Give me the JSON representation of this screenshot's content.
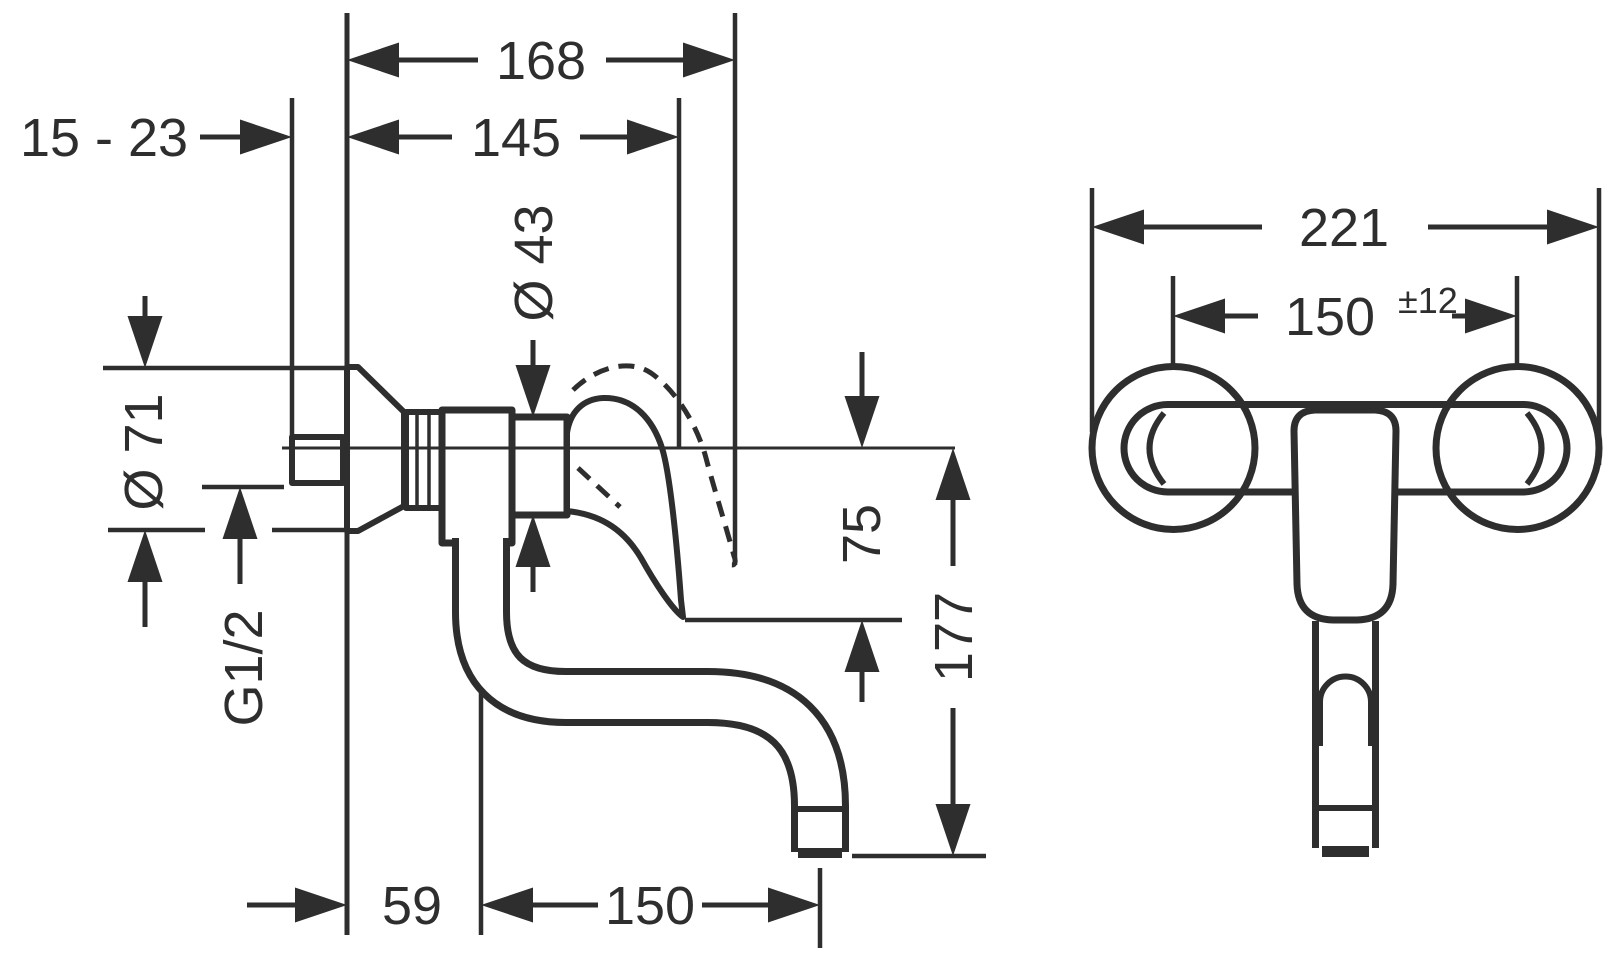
{
  "drawing": {
    "type": "technical-dimension-drawing",
    "subject": "wall-mounted single-lever mixer tap, side view and front view",
    "background_color": "#ffffff",
    "line_color": "#2e2e2e"
  },
  "dimensions": {
    "side": {
      "total_projection": "168",
      "spout_projection": "145",
      "wall_adjust_range": "15 - 23",
      "body_diameter": "Ø 43",
      "escutcheon_diameter": "Ø 71",
      "connection_thread": "G1/2",
      "center_to_handle_tip": "75",
      "center_to_outlet": "177",
      "wall_to_spout_drop": "59",
      "drop_to_outlet": "150"
    },
    "front": {
      "overall_width": "221",
      "connection_spacing": "150",
      "spacing_tolerance": "±12"
    }
  }
}
